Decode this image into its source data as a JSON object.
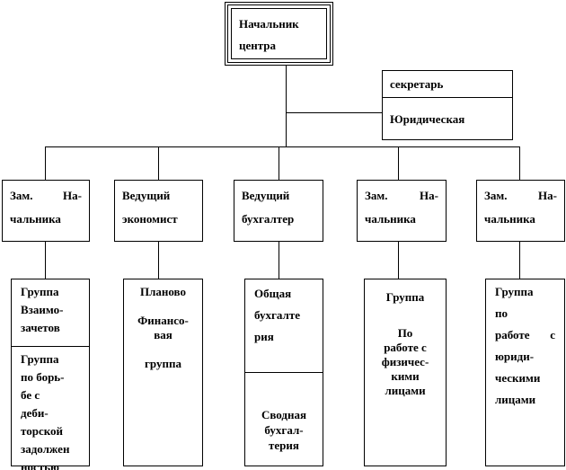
{
  "head": {
    "line1": "Начальник",
    "line2": "центра"
  },
  "side": {
    "secretary": "секретарь",
    "legal": "Юридическая"
  },
  "level2": [
    {
      "l1": "Зам.     На-",
      "l2": "чальника"
    },
    {
      "l1": "Ведущий",
      "l2": "экономист"
    },
    {
      "l1": "Ведущий",
      "l2": "бухгалтер"
    },
    {
      "l1": "Зам.     На-",
      "l2": "чальника"
    },
    {
      "l1": "Зам.     На-",
      "l2": "чальника"
    }
  ],
  "level3": {
    "g1a": [
      "Группа",
      "Взаимо-",
      "зачетов"
    ],
    "g1b": [
      "Группа",
      "по борь-",
      "бе с",
      "деби-",
      "торской",
      "задолжен",
      "ностью"
    ],
    "g2": [
      "Планово",
      "Финансо-",
      "вая",
      "группа"
    ],
    "g3a": [
      "Общая",
      "бухгалте",
      "рия"
    ],
    "g3b": [
      "Сводная",
      "бухгал-",
      "терия"
    ],
    "g4": [
      "Группа",
      "По",
      "работе с",
      "физичес-",
      "кими",
      "лицами"
    ],
    "g5": [
      "Группа",
      "по",
      "работе    с",
      "юриди-",
      "ческими",
      "лицами"
    ]
  }
}
